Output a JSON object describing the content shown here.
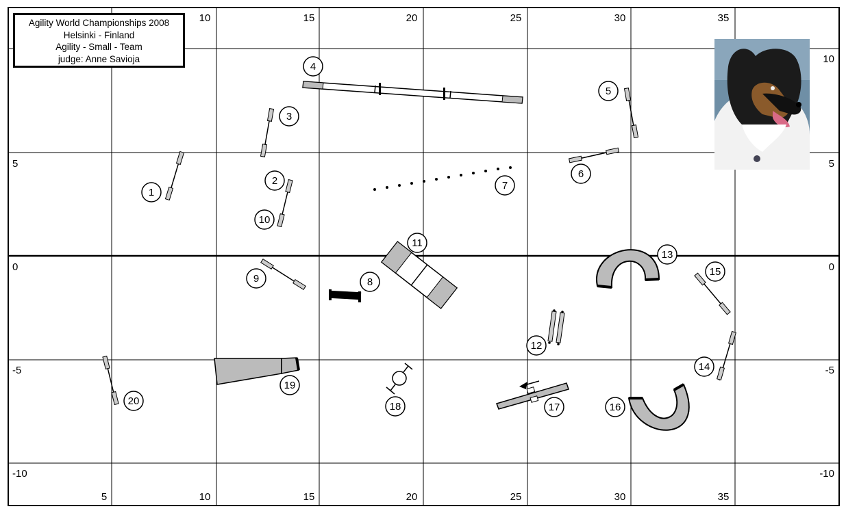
{
  "header": {
    "line1": "Agility World Championships 2008",
    "line2": "Helsinki - Finland",
    "line3": "Agility - Small - Team",
    "line4": "judge: Anne Savioja"
  },
  "axes": {
    "top_x": [
      "10",
      "15",
      "20",
      "25",
      "30",
      "35"
    ],
    "bottom_x": [
      "5",
      "10",
      "15",
      "20",
      "25",
      "30",
      "35"
    ],
    "left_y": [
      "5",
      "0",
      "-5",
      "-10"
    ],
    "right_y": [
      "10",
      "5",
      "0",
      "-5",
      "-10"
    ]
  },
  "obstacles": [
    "1",
    "2",
    "3",
    "4",
    "5",
    "6",
    "7",
    "8",
    "9",
    "10",
    "11",
    "12",
    "13",
    "14",
    "15",
    "16",
    "17",
    "18",
    "19",
    "20"
  ],
  "photo": {
    "subject": "sheltie-dog-photo"
  }
}
